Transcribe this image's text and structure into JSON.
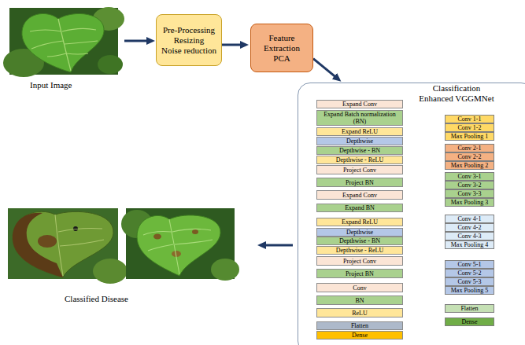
{
  "diagram": {
    "nodes": [
      {
        "text": [
          "Pre-Processing",
          "Resizing",
          "Noise reduction"
        ]
      },
      {
        "text": [
          "Feature Extraction",
          "PCA"
        ]
      },
      {
        "text": [
          "Classification Enhanced VGGMNet"
        ]
      },
      {
        "text": [
          "Expand Conv"
        ],
        "in": 2
      },
      {
        "text": [
          "Expand Batch normalization (BN)"
        ],
        "in": 2
      },
      {
        "text": [
          "Expand ReLU"
        ],
        "in": 2
      },
      {
        "text": [
          "Depthwise"
        ],
        "in": 2
      },
      {
        "text": [
          "Depthwise - BN"
        ],
        "in": 2
      },
      {
        "text": [
          "Depthwise - ReLU"
        ],
        "in": 2
      },
      {
        "text": [
          "Project Conv"
        ],
        "in": 2
      },
      {
        "text": [
          "Project BN"
        ],
        "in": 2
      },
      {
        "text": [
          "Expand Conv"
        ],
        "in": 2
      },
      {
        "text": [
          "Expand BN"
        ],
        "in": 2
      },
      {
        "text": [
          "Expand ReLU"
        ],
        "in": 2
      },
      {
        "text": [
          "Depthwise"
        ],
        "in": 2
      },
      {
        "text": [
          "Depthwise - BN"
        ],
        "in": 2
      },
      {
        "text": [
          "Depthwise - ReLU"
        ],
        "in": 2
      },
      {
        "text": [
          "Project Conv"
        ],
        "in": 2
      },
      {
        "text": [
          "Project BN"
        ],
        "in": 2
      },
      {
        "text": [
          "Conv"
        ],
        "in": 2
      },
      {
        "text": [
          "BN"
        ],
        "in": 2
      },
      {
        "text": [
          "ReLU"
        ],
        "in": 2
      },
      {
        "text": [
          "Flatten"
        ],
        "in": 2
      },
      {
        "text": [
          "Dense"
        ],
        "in": 2
      },
      {
        "text": [
          "Conv 1-1"
        ],
        "in": 2
      },
      {
        "text": [
          "Conv 1-2"
        ],
        "in": 2
      },
      {
        "text": [
          "Max Pooling 1"
        ],
        "in": 2
      },
      {
        "text": [
          "Conv 2-1"
        ],
        "in": 2
      },
      {
        "text": [
          "Conv 2-2"
        ],
        "in": 2
      },
      {
        "text": [
          "Max Pooling 2"
        ],
        "in": 2
      },
      {
        "text": [
          "Conv 3-1"
        ],
        "in": 2
      },
      {
        "text": [
          "Conv 3-2"
        ],
        "in": 2
      },
      {
        "text": [
          "Conv 3-3"
        ],
        "in": 2
      },
      {
        "text": [
          "Max Pooling 3"
        ],
        "in": 2
      },
      {
        "text": [
          "Conv 4-1"
        ],
        "in": 2
      },
      {
        "text": [
          "Conv 4-2"
        ],
        "in": 2
      },
      {
        "text": [
          "Conv 4-3"
        ],
        "in": 2
      },
      {
        "text": [
          "Max Pooling 4"
        ],
        "in": 2
      },
      {
        "text": [
          "Conv 5-1"
        ],
        "in": 2
      },
      {
        "text": [
          "Conv 5-2"
        ],
        "in": 2
      },
      {
        "text": [
          "Conv 5-3"
        ],
        "in": 2
      },
      {
        "text": [
          "Max Pooling 5"
        ],
        "in": 2
      },
      {
        "text": [
          "Flatten"
        ],
        "in": 2
      },
      {
        "text": [
          "Dense"
        ],
        "in": 2
      }
    ],
    "edges": [
      {
        "from": 0,
        "to": 1,
        "arrow": "to"
      },
      {
        "from": 1,
        "to": 2,
        "arrow": "to"
      }
    ],
    "labels": [
      "Input Image",
      "Classified Disease"
    ]
  }
}
